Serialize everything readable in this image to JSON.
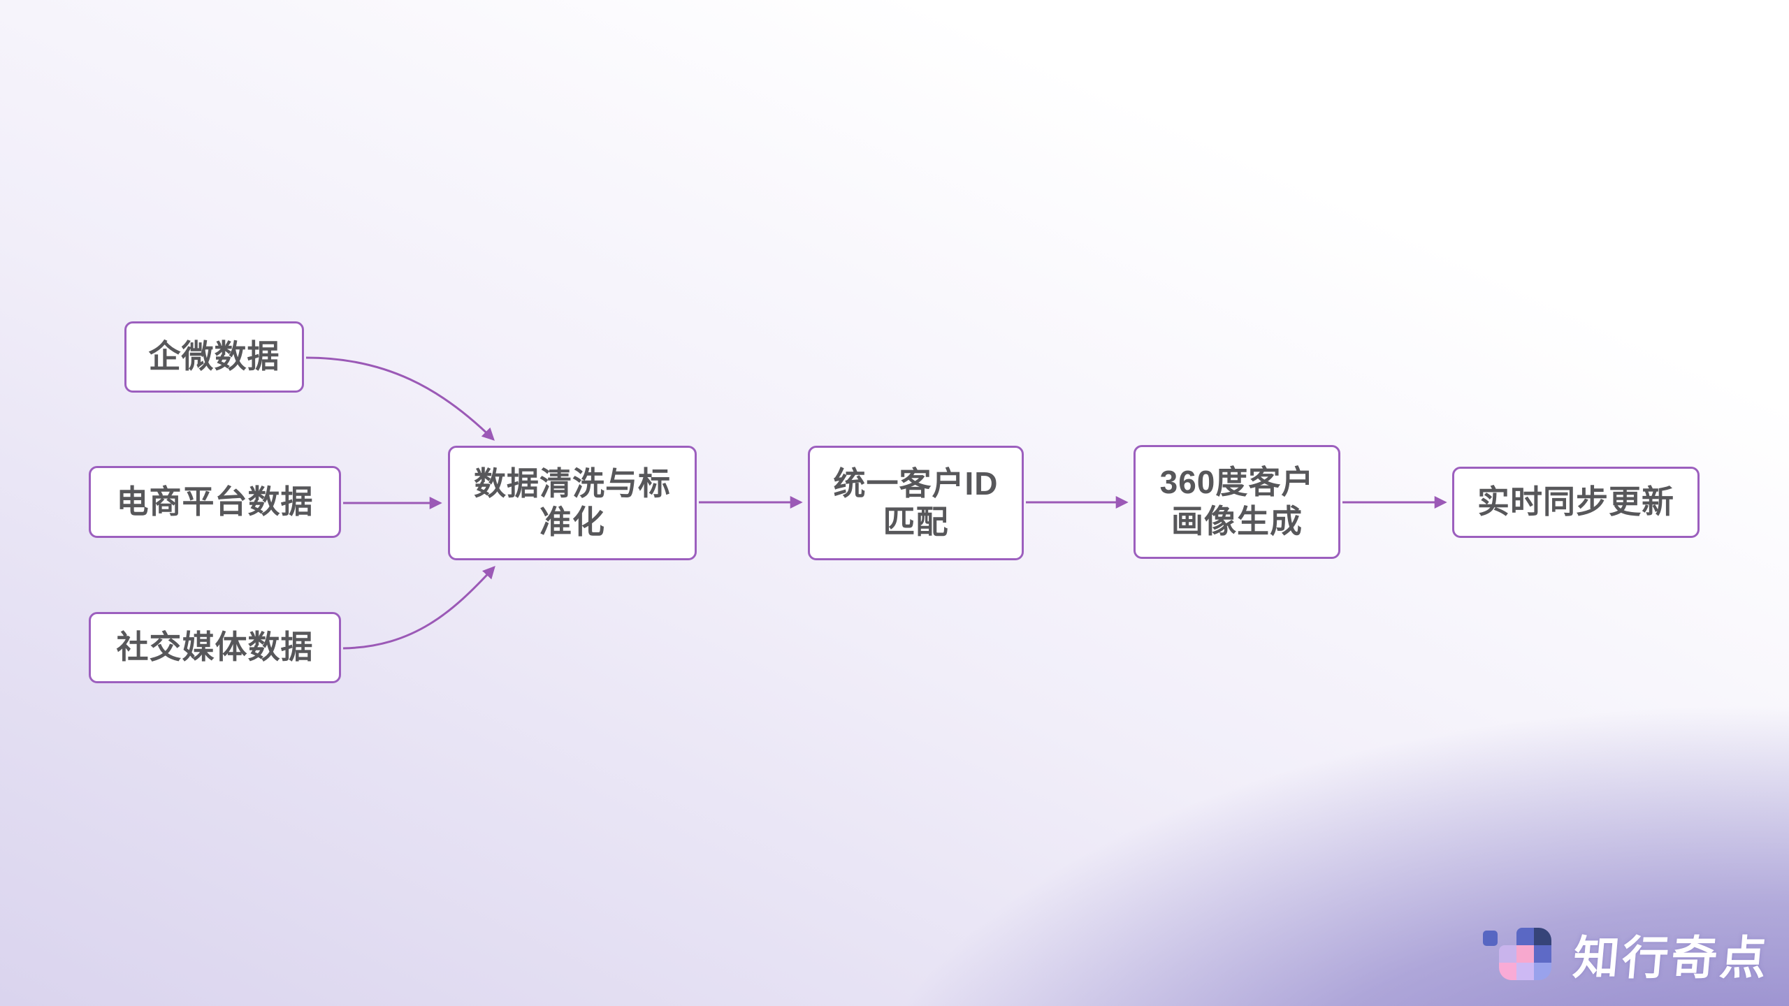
{
  "background": {
    "top_color": "#FFFFFF",
    "bottom_left_color": "#DAD4EE",
    "bottom_right_color": "#968CCB"
  },
  "colors": {
    "box_border": "#9C5FBE",
    "box_background": "#FFFFFF",
    "box_text": "#57575A",
    "arrow": "#9B59B6"
  },
  "flowchart": {
    "sources": [
      {
        "label": "企微数据"
      },
      {
        "label": "电商平台数据"
      },
      {
        "label": "社交媒体数据"
      }
    ],
    "stages": [
      {
        "label": "数据清洗与标准化"
      },
      {
        "label": "统一客户ID匹配"
      },
      {
        "label": "360度客户画像生成"
      },
      {
        "label": "实时同步更新"
      }
    ]
  },
  "logo": {
    "text": "知行奇点",
    "icon": {
      "detached_square": "#5766C2",
      "cells": {
        "r1c2": "#5A68C4",
        "r1c3": "#364479",
        "r2c1": "#C9B4EC",
        "r2c2": "#F7A8CE",
        "r2c3": "#5E6AC6",
        "r3c1": "#F9ABD6",
        "r3c2": "#CDB9F4",
        "r3c3": "#99A2EC"
      }
    }
  }
}
